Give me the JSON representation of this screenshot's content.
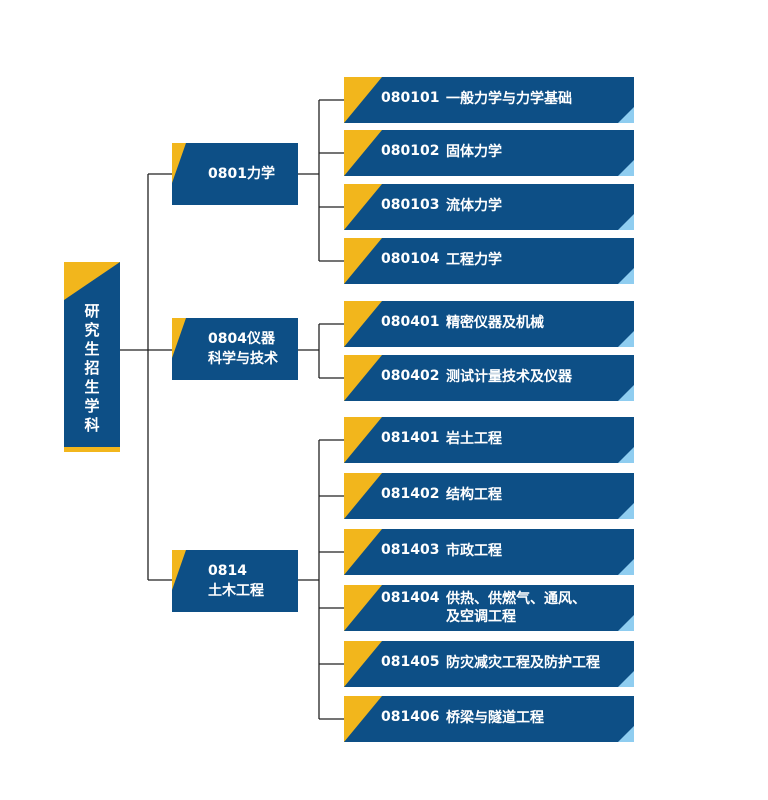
{
  "root": {
    "label": "研究生招生学科"
  },
  "branches": [
    {
      "label_lines": [
        "0801力学"
      ],
      "children": [
        {
          "code": "080101",
          "name": "一般力学与力学基础"
        },
        {
          "code": "080102",
          "name": "固体力学"
        },
        {
          "code": "080103",
          "name": "流体力学"
        },
        {
          "code": "080104",
          "name": "工程力学"
        }
      ]
    },
    {
      "label_lines": [
        "0804仪器",
        "科学与技术"
      ],
      "children": [
        {
          "code": "080401",
          "name": "精密仪器及机械"
        },
        {
          "code": "080402",
          "name": "测试计量技术及仪器"
        }
      ]
    },
    {
      "label_lines": [
        "0814",
        "土木工程"
      ],
      "children": [
        {
          "code": "081401",
          "name": "岩土工程"
        },
        {
          "code": "081402",
          "name": "结构工程"
        },
        {
          "code": "081403",
          "name": "市政工程"
        },
        {
          "code": "081404",
          "name_lines": [
            "供热、供燃气、通风、",
            "及空调工程"
          ]
        },
        {
          "code": "081405",
          "name": "防灾减灾工程及防护工程"
        },
        {
          "code": "081406",
          "name": "桥梁与隧道工程"
        }
      ]
    }
  ],
  "colors": {
    "box": "#0d4f86",
    "accent_yellow": "#f2b61c",
    "accent_blue": "#8fcdf0",
    "line": "#222222"
  }
}
